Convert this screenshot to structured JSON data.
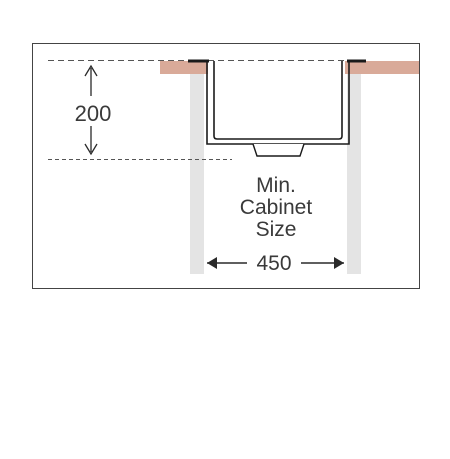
{
  "diagram": {
    "depth_value": "200",
    "caption_line1": "Min.",
    "caption_line2": "Cabinet",
    "caption_line3": "Size",
    "width_value": "450"
  },
  "colors": {
    "frame_border": "#444444",
    "countertop": "#d9aa99",
    "cabinet_panel": "#e4e4e4",
    "sink_stroke": "#1a1a1a",
    "dash_line": "#555555",
    "arrow": "#2a2a2a",
    "text": "#3a3a3a"
  }
}
